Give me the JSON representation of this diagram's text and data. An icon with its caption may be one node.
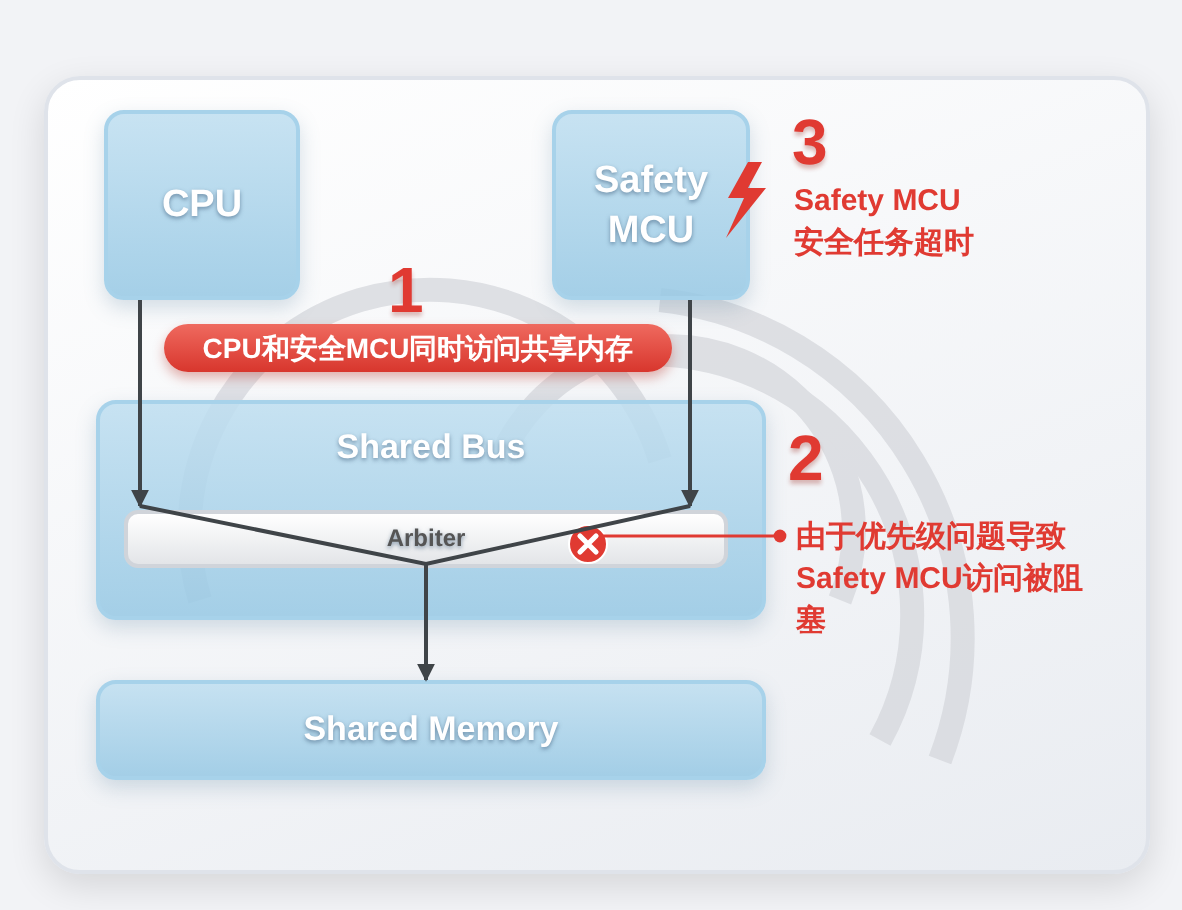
{
  "diagram": {
    "nodes": [
      {
        "text": [
          "CPU"
        ]
      },
      {
        "text": [
          "Safety MCU"
        ]
      },
      {
        "text": [
          "1",
          "CPU和安全MCU同时访问共享内存"
        ]
      },
      {
        "text": [
          "Shared Bus"
        ]
      },
      {
        "text": [
          "Arbiter"
        ],
        "in": 3
      },
      {
        "text": [
          "Shared Memory"
        ]
      },
      {
        "text": [
          "2",
          "由于优先级问题导致 Safety MCU访问被阻塞"
        ]
      },
      {
        "text": [],
        "shape": "circle",
        "in": 4
      }
    ],
    "edges": [
      {
        "from": 0,
        "to": 4,
        "arrow": "to"
      },
      {
        "from": 1,
        "to": 4,
        "arrow": "to"
      },
      {
        "from": 4,
        "to": 5,
        "arrow": "to"
      },
      {
        "from": 6,
        "to": 7,
        "arrow": "other",
        "color": "#e03a32"
      }
    ],
    "labels": [
      "3",
      "Safety MCU 安全任务超时"
    ]
  }
}
